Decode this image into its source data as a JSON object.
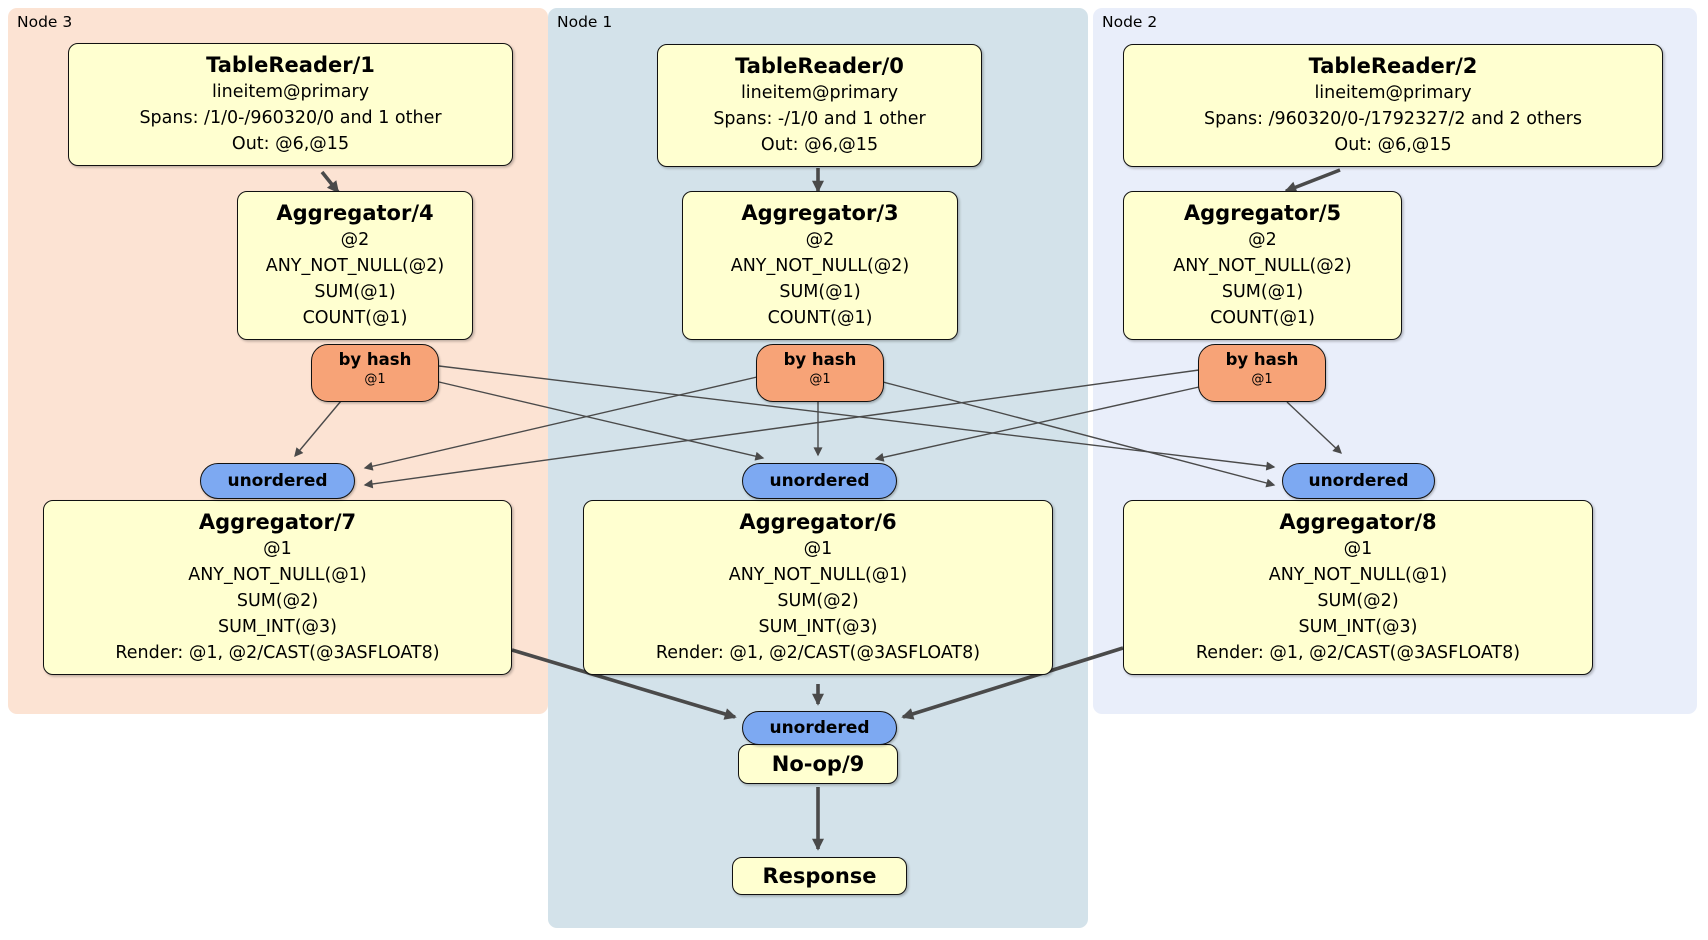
{
  "node_groups": [
    {
      "label": "Node 3"
    },
    {
      "label": "Node 1"
    },
    {
      "label": "Node 2"
    }
  ],
  "processors": {
    "tr1": {
      "title": "TableReader/1",
      "lines": [
        "lineitem@primary",
        "Spans: /1/0-/960320/0 and 1 other",
        "Out: @6,@15"
      ]
    },
    "tr0": {
      "title": "TableReader/0",
      "lines": [
        "lineitem@primary",
        "Spans: -/1/0 and 1 other",
        "Out: @6,@15"
      ]
    },
    "tr2": {
      "title": "TableReader/2",
      "lines": [
        "lineitem@primary",
        "Spans: /960320/0-/1792327/2 and 2 others",
        "Out: @6,@15"
      ]
    },
    "agg4": {
      "title": "Aggregator/4",
      "lines": [
        "@2",
        "ANY_NOT_NULL(@2)",
        "SUM(@1)",
        "COUNT(@1)"
      ]
    },
    "agg3": {
      "title": "Aggregator/3",
      "lines": [
        "@2",
        "ANY_NOT_NULL(@2)",
        "SUM(@1)",
        "COUNT(@1)"
      ]
    },
    "agg5": {
      "title": "Aggregator/5",
      "lines": [
        "@2",
        "ANY_NOT_NULL(@2)",
        "SUM(@1)",
        "COUNT(@1)"
      ]
    },
    "agg7": {
      "title": "Aggregator/7",
      "lines": [
        "@1",
        "ANY_NOT_NULL(@1)",
        "SUM(@2)",
        "SUM_INT(@3)",
        "Render: @1, @2/CAST(@3ASFLOAT8)"
      ]
    },
    "agg6": {
      "title": "Aggregator/6",
      "lines": [
        "@1",
        "ANY_NOT_NULL(@1)",
        "SUM(@2)",
        "SUM_INT(@3)",
        "Render: @1, @2/CAST(@3ASFLOAT8)"
      ]
    },
    "agg8": {
      "title": "Aggregator/8",
      "lines": [
        "@1",
        "ANY_NOT_NULL(@1)",
        "SUM(@2)",
        "SUM_INT(@3)",
        "Render: @1, @2/CAST(@3ASFLOAT8)"
      ]
    },
    "noop": {
      "title": "No-op/9"
    },
    "response": {
      "title": "Response"
    }
  },
  "routers": [
    {
      "label": "by hash",
      "detail": "@1"
    },
    {
      "label": "by hash",
      "detail": "@1"
    },
    {
      "label": "by hash",
      "detail": "@1"
    }
  ],
  "streams": [
    {
      "label": "unordered"
    },
    {
      "label": "unordered"
    },
    {
      "label": "unordered"
    },
    {
      "label": "unordered"
    }
  ],
  "colors": {
    "node3_background": "#fce3d3",
    "node1_background": "#d3e2ea",
    "node2_background": "#e9eefa",
    "processor_fill": "#ffffd0",
    "router_fill": "#f7a377",
    "stream_fill": "#7da9f2",
    "edge_color": "#4a4a4a"
  }
}
